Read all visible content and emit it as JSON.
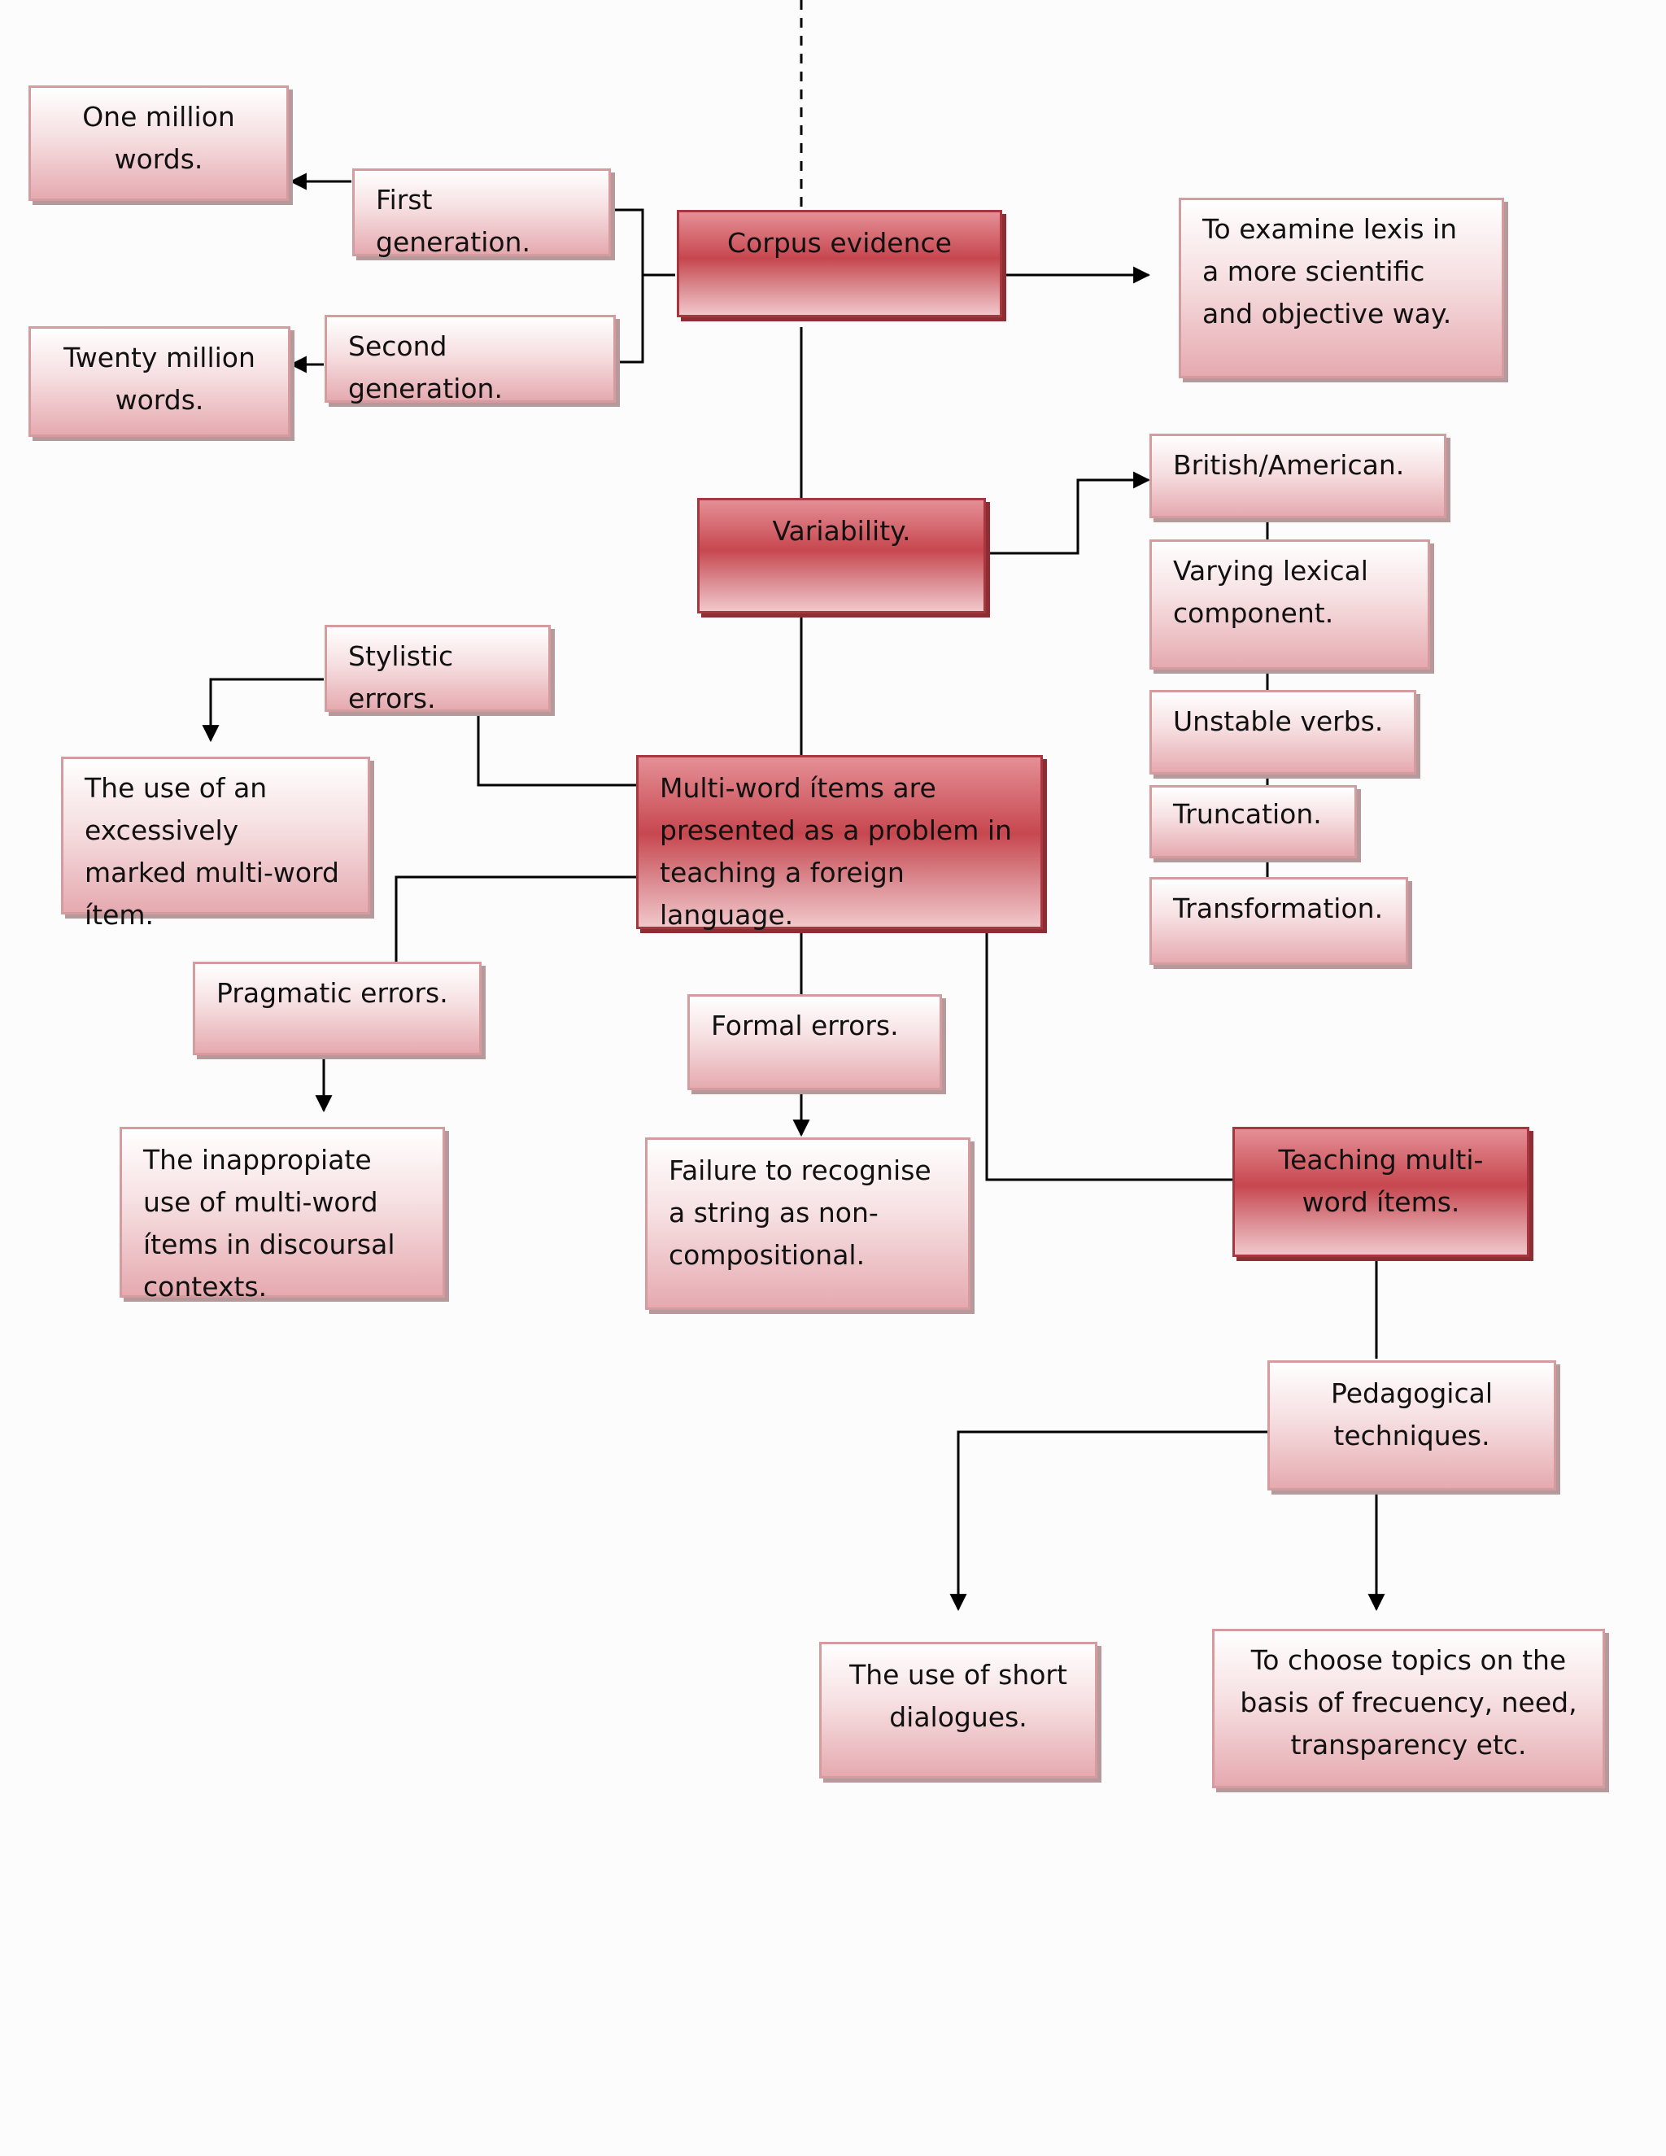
{
  "colors": {
    "light_fill_top": "#ffffff",
    "light_fill_bottom": "#e5aab0",
    "light_border": "#d59b9f",
    "strong_fill": "#c7474f",
    "strong_border": "#a8363f",
    "line": "#000000"
  },
  "nodes": {
    "corpus_evidence": "Corpus evidence",
    "first_generation": "First generation.",
    "second_generation": "Second generation.",
    "one_million": "One million words.",
    "twenty_million": "Twenty million words.",
    "examine_lexis": "To examine lexis in a more scientific and objective way.",
    "variability": "Variability.",
    "british_american": "British/American.",
    "varying_lexical": "Varying lexical component.",
    "unstable_verbs": "Unstable verbs.",
    "truncation": "Truncation.",
    "transformation": "Transformation.",
    "multi_word_problem": "Multi-word ítems are presented as a problem in teaching a foreign language.",
    "stylistic_errors": "Stylistic errors.",
    "stylistic_desc": "The use of an excessively marked multi-word ítem.",
    "pragmatic_errors": "Pragmatic errors.",
    "pragmatic_desc": "The inappropiate use of multi-word ítems in discoursal contexts.",
    "formal_errors": "Formal errors.",
    "formal_desc": "Failure to recognise a string as non-compositional.",
    "teaching_multi_word": "Teaching multi-word ítems.",
    "pedagogical_techniques": "Pedagogical techniques.",
    "short_dialogues": "The use of short dialogues.",
    "choose_topics": "To choose topics on the basis of frecuency, need, transparency etc."
  }
}
